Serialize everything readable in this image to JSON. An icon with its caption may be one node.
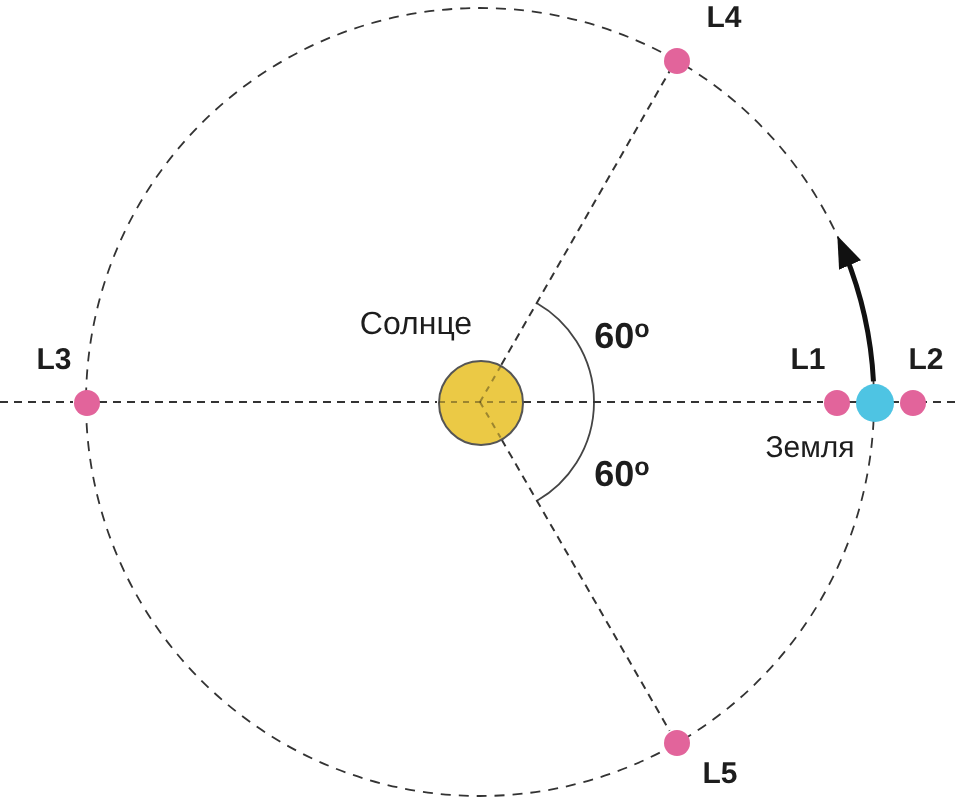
{
  "diagram": {
    "nodes": [
      {
        "text": [],
        "shape": "circle",
        "beside": [
          "L4"
        ]
      },
      {
        "text": [],
        "shape": "circle",
        "beside": [
          "Солнце"
        ]
      },
      {
        "text": [],
        "shape": "circle",
        "beside": [
          "L3"
        ]
      },
      {
        "text": [],
        "shape": "circle",
        "beside": [
          "L1"
        ]
      },
      {
        "text": [],
        "shape": "circle",
        "beside": [
          "Земля"
        ]
      },
      {
        "text": [],
        "shape": "circle",
        "beside": [
          "L2"
        ]
      },
      {
        "text": [],
        "shape": "circle",
        "beside": [
          "L5"
        ]
      }
    ],
    "edges": [
      {
        "from": 1,
        "to": 0,
        "arrow": "none",
        "style": "dashed"
      },
      {
        "from": 1,
        "to": 6,
        "arrow": "none",
        "style": "dashed"
      },
      {
        "from": 2,
        "to": 1,
        "arrow": "none",
        "style": "dashed"
      },
      {
        "from": 1,
        "to": 3,
        "arrow": "none",
        "style": "dashed"
      }
    ],
    "labels": [
      "60$^{o}$",
      "60$^{o}$"
    ]
  }
}
